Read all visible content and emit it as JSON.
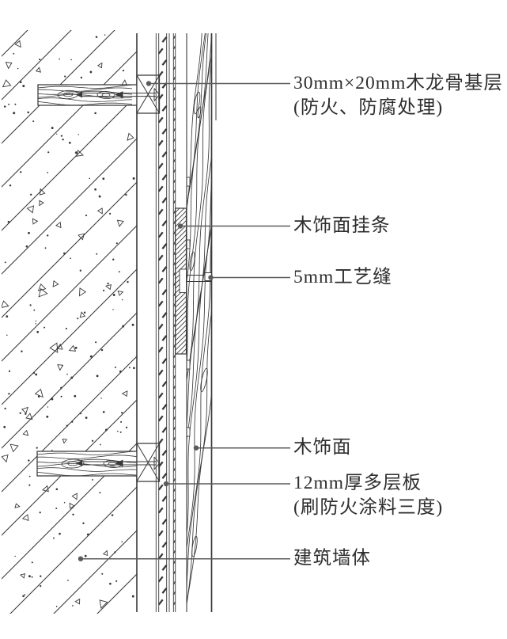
{
  "colors": {
    "ink": "#383838",
    "leader": "#5b5b5b",
    "text": "#2e2e2e",
    "background": "#ffffff"
  },
  "labels": [
    {
      "name": "wood-keel-base",
      "line1": "30mm×20mm木龙骨基层",
      "line2": "(防火、防腐处理)"
    },
    {
      "name": "veneer-hanging-strip",
      "line1": "木饰面挂条"
    },
    {
      "name": "process-seam",
      "line1": "5mm工艺缝"
    },
    {
      "name": "wood-veneer",
      "line1": "木饰面"
    },
    {
      "name": "plywood-board",
      "line1": "12mm厚多层板",
      "line2": "(刷防火涂料三度)"
    },
    {
      "name": "building-wall",
      "line1": "建筑墙体"
    }
  ]
}
